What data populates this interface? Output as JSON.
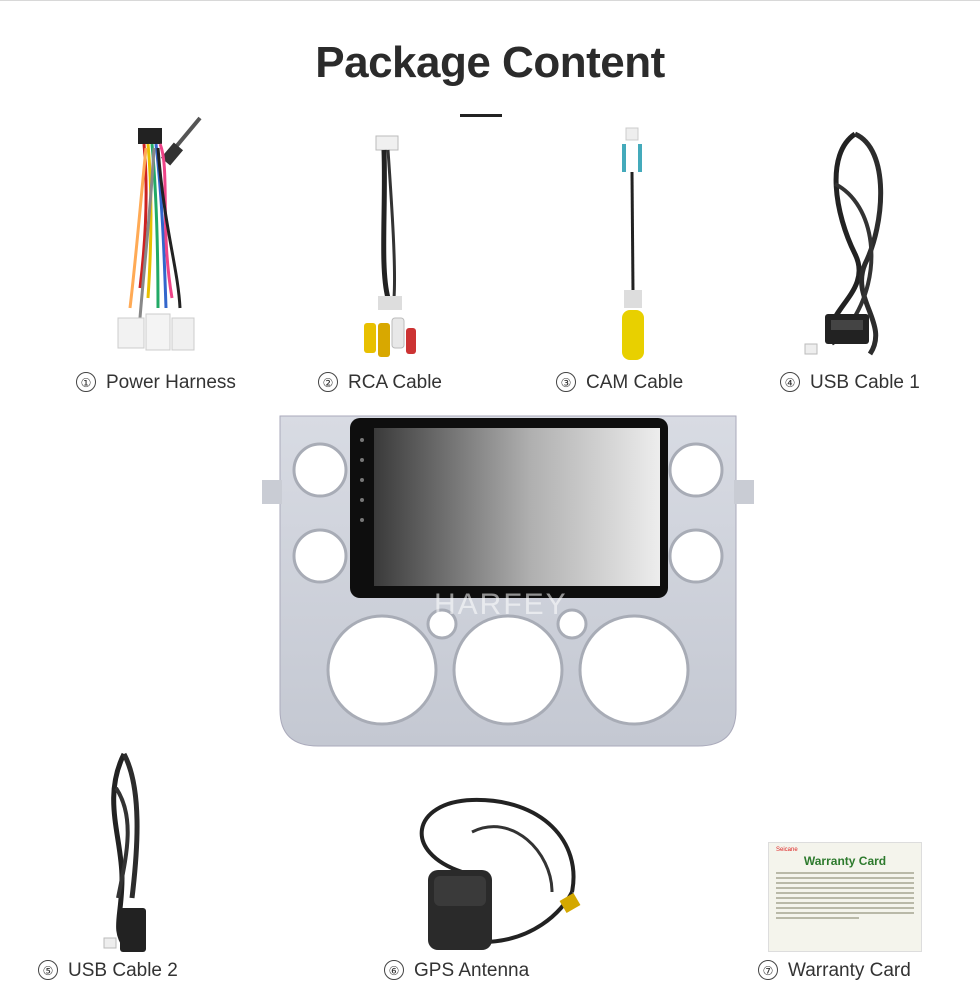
{
  "page": {
    "title": "Package Content",
    "watermark": "HARFEY"
  },
  "items": [
    {
      "number": "①",
      "label": "Power Harness",
      "icon": "power-harness-icon"
    },
    {
      "number": "②",
      "label": "RCA Cable",
      "icon": "rca-cable-icon"
    },
    {
      "number": "③",
      "label": "CAM Cable",
      "icon": "cam-cable-icon"
    },
    {
      "number": "④",
      "label": "USB Cable 1",
      "icon": "usb-cable-icon"
    },
    {
      "number": "⑤",
      "label": "USB Cable 2",
      "icon": "usb-cable-icon"
    },
    {
      "number": "⑥",
      "label": "GPS Antenna",
      "icon": "gps-antenna-icon"
    },
    {
      "number": "⑦",
      "label": "Warranty Card",
      "icon": "warranty-card-icon"
    }
  ],
  "warranty_card": {
    "brand": "Seicane",
    "title": "Warranty Card"
  }
}
